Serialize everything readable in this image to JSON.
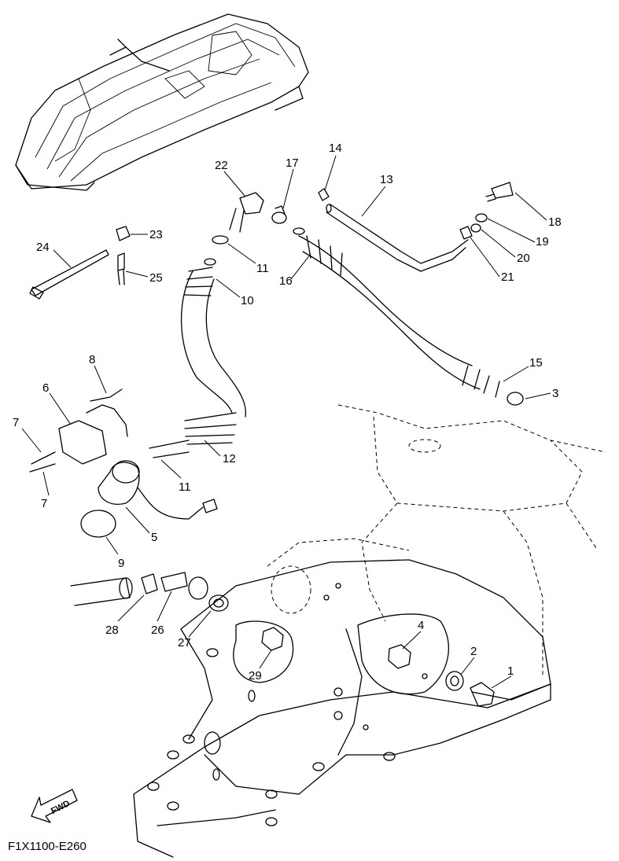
{
  "diagram_code": "F1X1100-E260",
  "fwd_label": "FWD",
  "callouts": [
    "1",
    "2",
    "3",
    "4",
    "5",
    "6",
    "7",
    "7",
    "8",
    "9",
    "10",
    "11",
    "11",
    "12",
    "13",
    "14",
    "15",
    "16",
    "17",
    "18",
    "19",
    "20",
    "21",
    "22",
    "23",
    "24",
    "25",
    "26",
    "27",
    "28",
    "29"
  ]
}
